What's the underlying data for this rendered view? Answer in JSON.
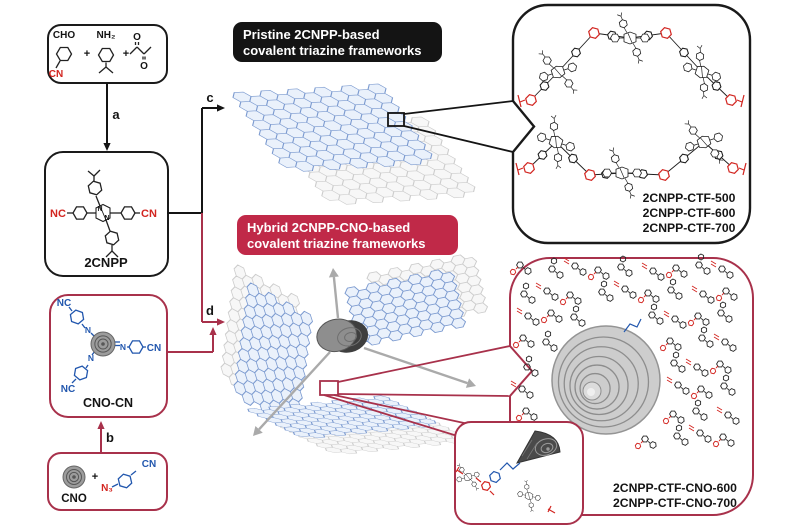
{
  "figure": {
    "banners": {
      "pristine": {
        "line1": "Pristine 2CNPP-based",
        "line2": "covalent triazine frameworks"
      },
      "hybrid": {
        "line1": "Hybrid 2CNPP-CNO-based",
        "line2": "covalent triazine frameworks"
      }
    },
    "steps": {
      "a": "a",
      "b": "b",
      "c": "c",
      "d": "d"
    },
    "reactants": {
      "cho": "CHO",
      "cn": "CN",
      "plus": "+",
      "nh2": "NH₂",
      "o": "O"
    },
    "cnpp": {
      "label": "2CNPP",
      "nc": "NC",
      "cn": "CN",
      "n": "N"
    },
    "cnocn": {
      "label": "CNO-CN",
      "nc": "NC",
      "cn": "CN",
      "n": "N"
    },
    "cno": {
      "label": "CNO",
      "plus": "+",
      "n3": "N₃",
      "cn": "CN"
    },
    "pristine_products": [
      "2CNPP-CTF-500",
      "2CNPP-CTF-600",
      "2CNPP-CTF-700"
    ],
    "hybrid_products": [
      "2CNPP-CTF-CNO-600",
      "2CNPP-CTF-CNO-700"
    ],
    "colors": {
      "black_banner": "#141414",
      "red_banner": "#c02948",
      "red_border": "#a8314b",
      "chem_red": "#d22520",
      "chem_blue": "#2257ae",
      "sheet_blue": "#7a99cf",
      "sheet_gray": "#c9c9c9"
    }
  }
}
